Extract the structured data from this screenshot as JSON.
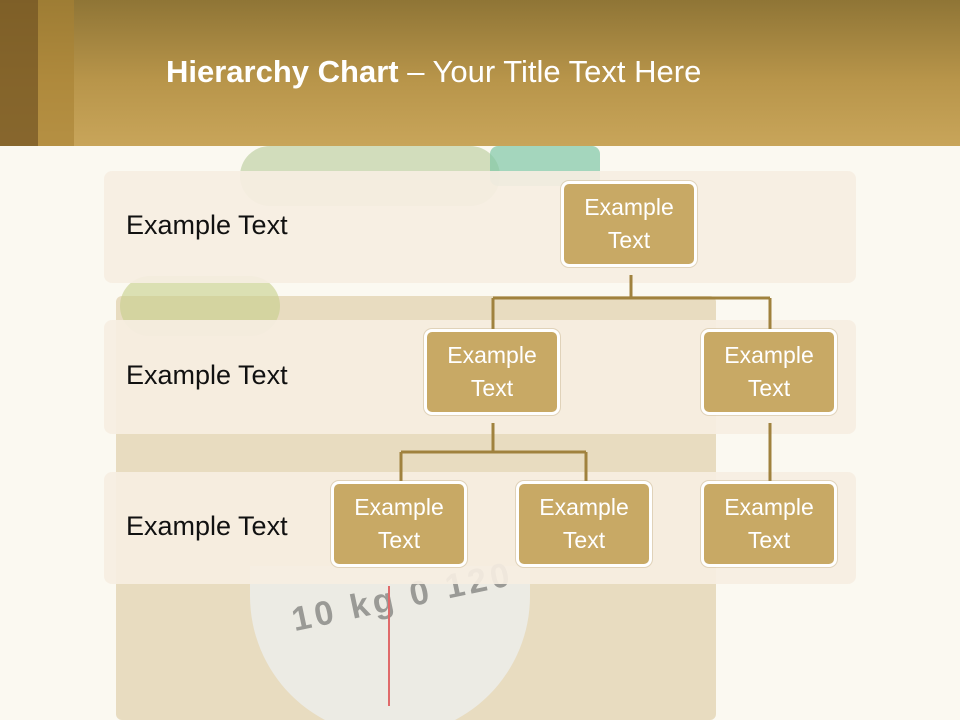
{
  "title": {
    "bold": "Hierarchy Chart",
    "rest": " – Your Title Text Here"
  },
  "levels": [
    {
      "label": "Example Text"
    },
    {
      "label": "Example Text"
    },
    {
      "label": "Example Text"
    }
  ],
  "nodes": [
    {
      "text": "Example Text"
    },
    {
      "text": "Example Text"
    },
    {
      "text": "Example Text"
    },
    {
      "text": "Example Text"
    },
    {
      "text": "Example Text"
    },
    {
      "text": "Example Text"
    }
  ],
  "background": {
    "scale_numbers": "10 kg 0 120"
  },
  "colors": {
    "header": "#b8954a",
    "node_fill": "#c8a965",
    "node_border": "#ffffff",
    "connector": "#a0823e",
    "band": "#f6eee2"
  }
}
